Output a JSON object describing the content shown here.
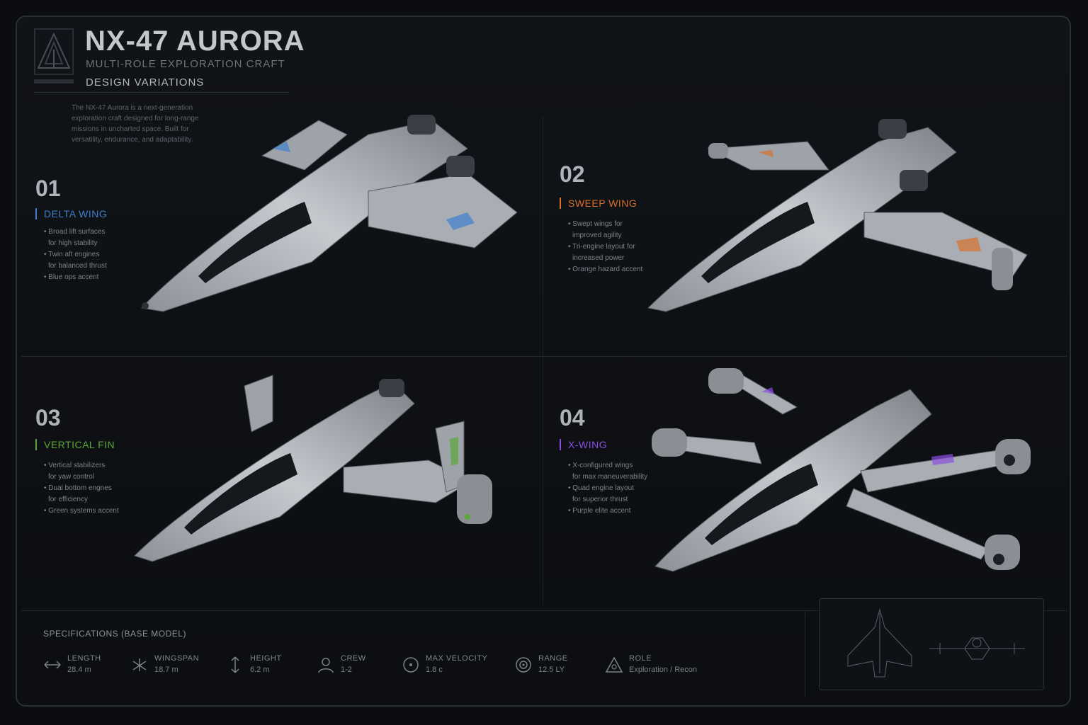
{
  "header": {
    "title": "NX-47 AURORA",
    "subtitle": "MULTI-ROLE EXPLORATION CRAFT",
    "section": "DESIGN VARIATIONS",
    "intro": [
      "The NX-47 Aurora is a next-generation",
      "exploration craft designed for long-range",
      "missions in uncharted space. Built for",
      "versatility, endurance, and adaptability."
    ]
  },
  "variants": [
    {
      "number": "01",
      "name": "DELTA WING",
      "accent": "#3f7fd0",
      "features": [
        "• Broad lift surfaces",
        "  for high stability",
        "• Twin aft engines",
        "  for balanced thrust",
        "• Blue ops accent"
      ]
    },
    {
      "number": "02",
      "name": "SWEEP WING",
      "accent": "#d9702b",
      "features": [
        "• Swept wings for",
        "  improved agility",
        "• Tri-engine layout for",
        "  increased power",
        "• Orange hazard accent"
      ]
    },
    {
      "number": "03",
      "name": "VERTICAL FIN",
      "accent": "#5aa83a",
      "features": [
        "• Vertical stabilizers",
        "  for yaw control",
        "• Dual bottom engnes",
        "  for efficiency",
        "• Green systems accent"
      ]
    },
    {
      "number": "04",
      "name": "X-WING",
      "accent": "#8a4fe0",
      "features": [
        "• X-configured wings",
        "  for max maneuverability",
        "• Quad engine layout",
        "  for superior thrust",
        "• Purple elite accent"
      ]
    }
  ],
  "specs": {
    "title": "SPECIFICATIONS (BASE MODEL)",
    "items": [
      {
        "label": "LENGTH",
        "value": "28.4 m",
        "icon": "length-icon"
      },
      {
        "label": "WINGSPAN",
        "value": "18.7 m",
        "icon": "wingspan-icon"
      },
      {
        "label": "HEIGHT",
        "value": "6.2 m",
        "icon": "height-icon"
      },
      {
        "label": "CREW",
        "value": "1-2",
        "icon": "crew-icon"
      },
      {
        "label": "MAX VELOCITY",
        "value": "1.8 c",
        "icon": "velocity-icon"
      },
      {
        "label": "RANGE",
        "value": "12.5 LY",
        "icon": "range-icon"
      },
      {
        "label": "ROLE",
        "value": "Exploration / Recon",
        "icon": "role-icon"
      }
    ]
  }
}
